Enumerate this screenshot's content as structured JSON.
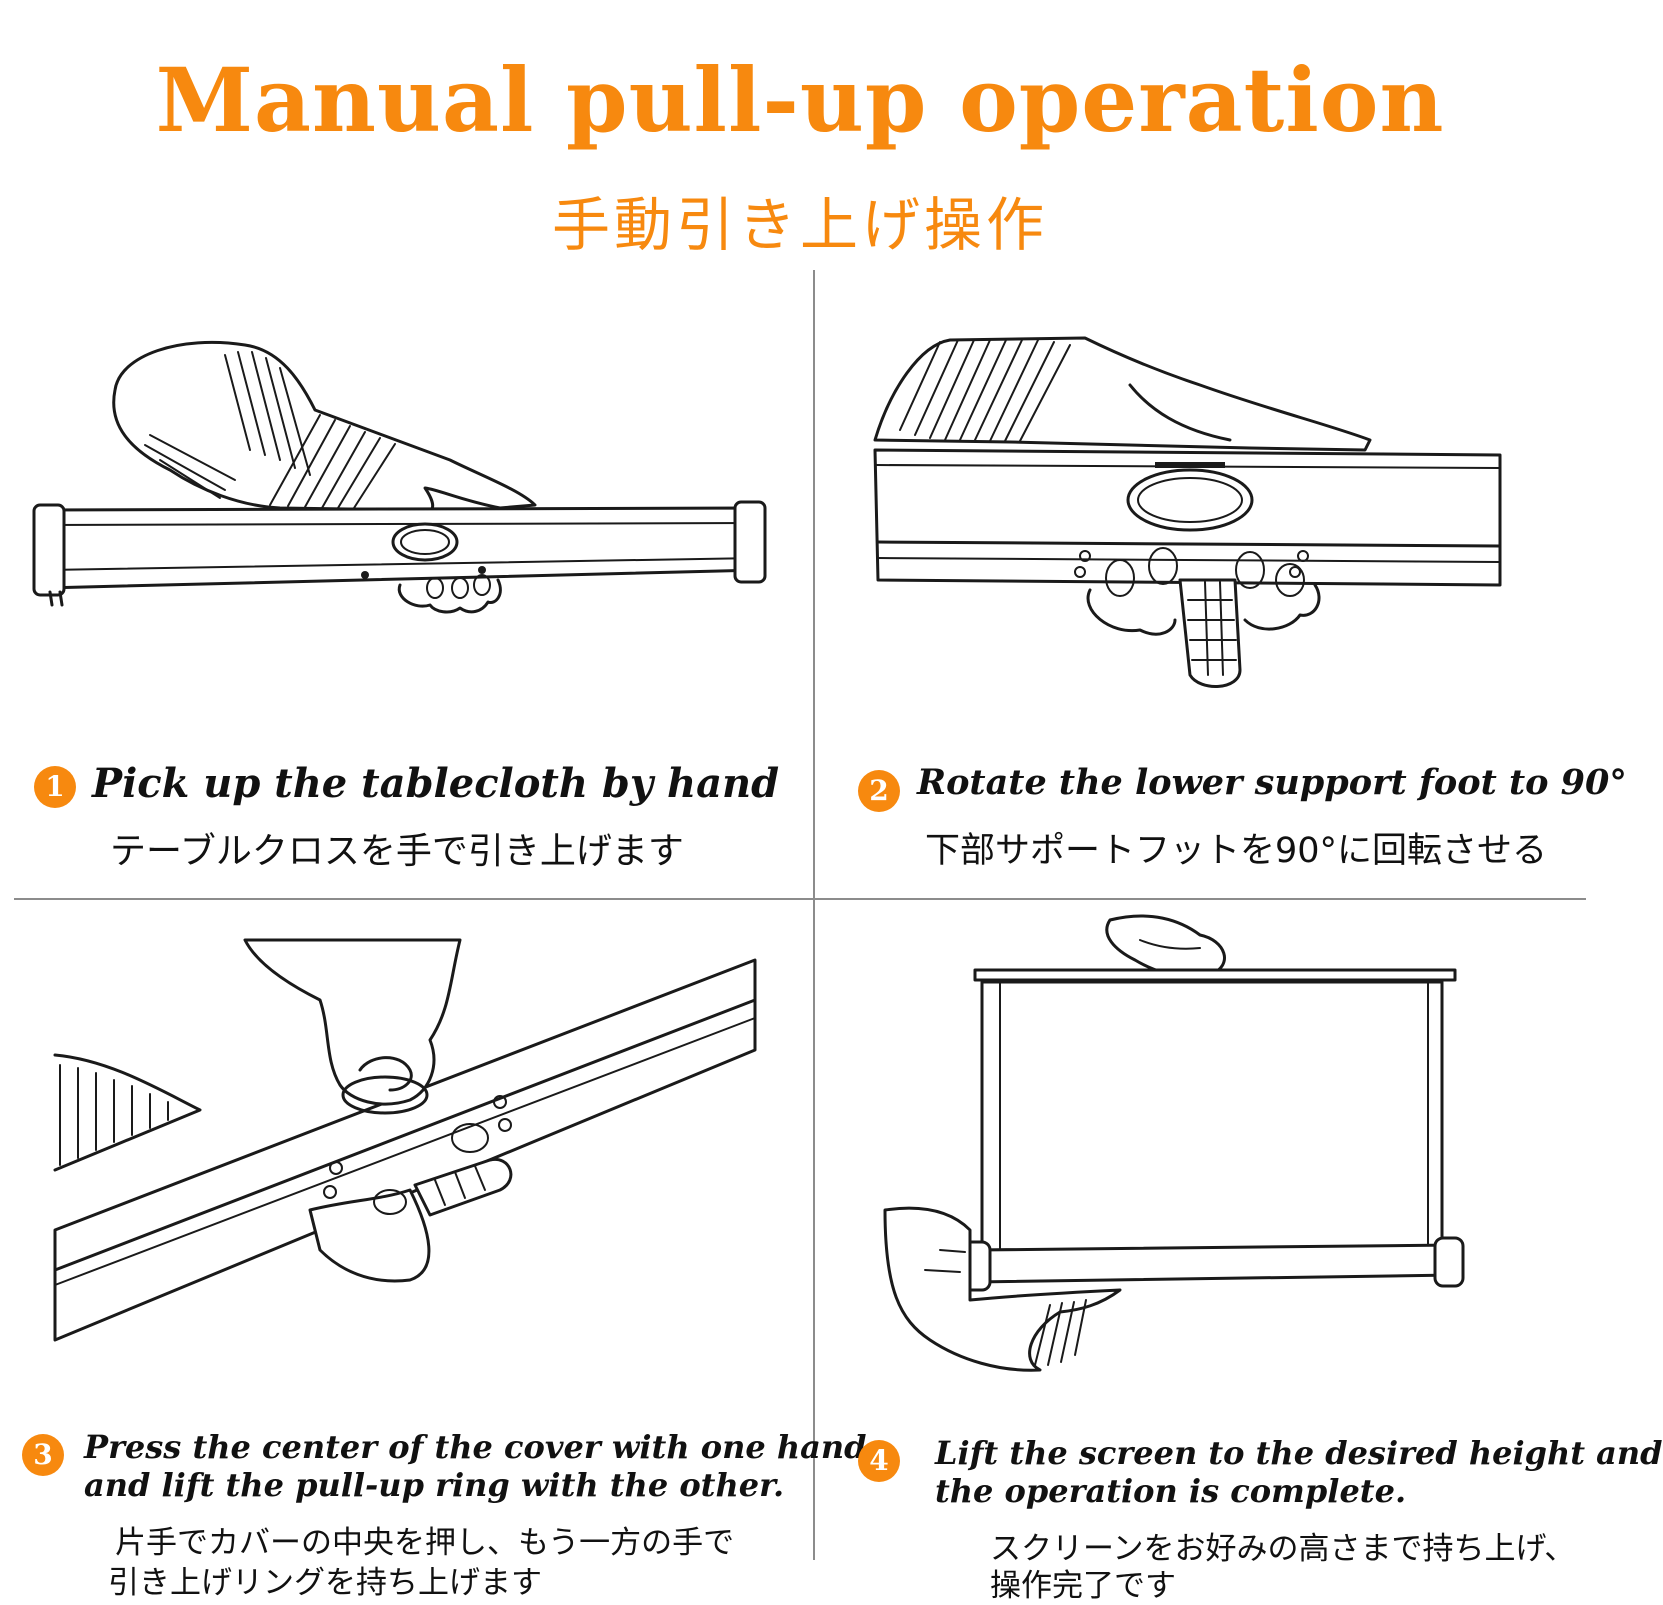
{
  "title": {
    "english": "Manual pull-up operation",
    "japanese": "手動引き上げ操作"
  },
  "colors": {
    "accent": "#f7890f",
    "text": "#111111",
    "line": "#1a1a1a",
    "divider": "#8c8c8c"
  },
  "steps": [
    {
      "number": "1",
      "english": "Pick up the tablecloth by hand",
      "japanese": "テーブルクロスを手で引き上げます"
    },
    {
      "number": "2",
      "english": "Rotate the lower support foot to 90°",
      "japanese": "下部サポートフットを90°に回転させる"
    },
    {
      "number": "3",
      "english_line1": "Press the center of the cover with one hand",
      "english_line2": "and lift the pull-up ring with the other.",
      "japanese_line1": "片手でカバーの中央を押し、もう一方の手で",
      "japanese_line2": "引き上げリングを持ち上げます"
    },
    {
      "number": "4",
      "english_line1": "Lift the screen to the desired height and",
      "english_line2": "the operation is complete.",
      "japanese_line1": "スクリーンをお好みの高さまで持ち上げ、",
      "japanese_line2": "操作完了です"
    }
  ]
}
